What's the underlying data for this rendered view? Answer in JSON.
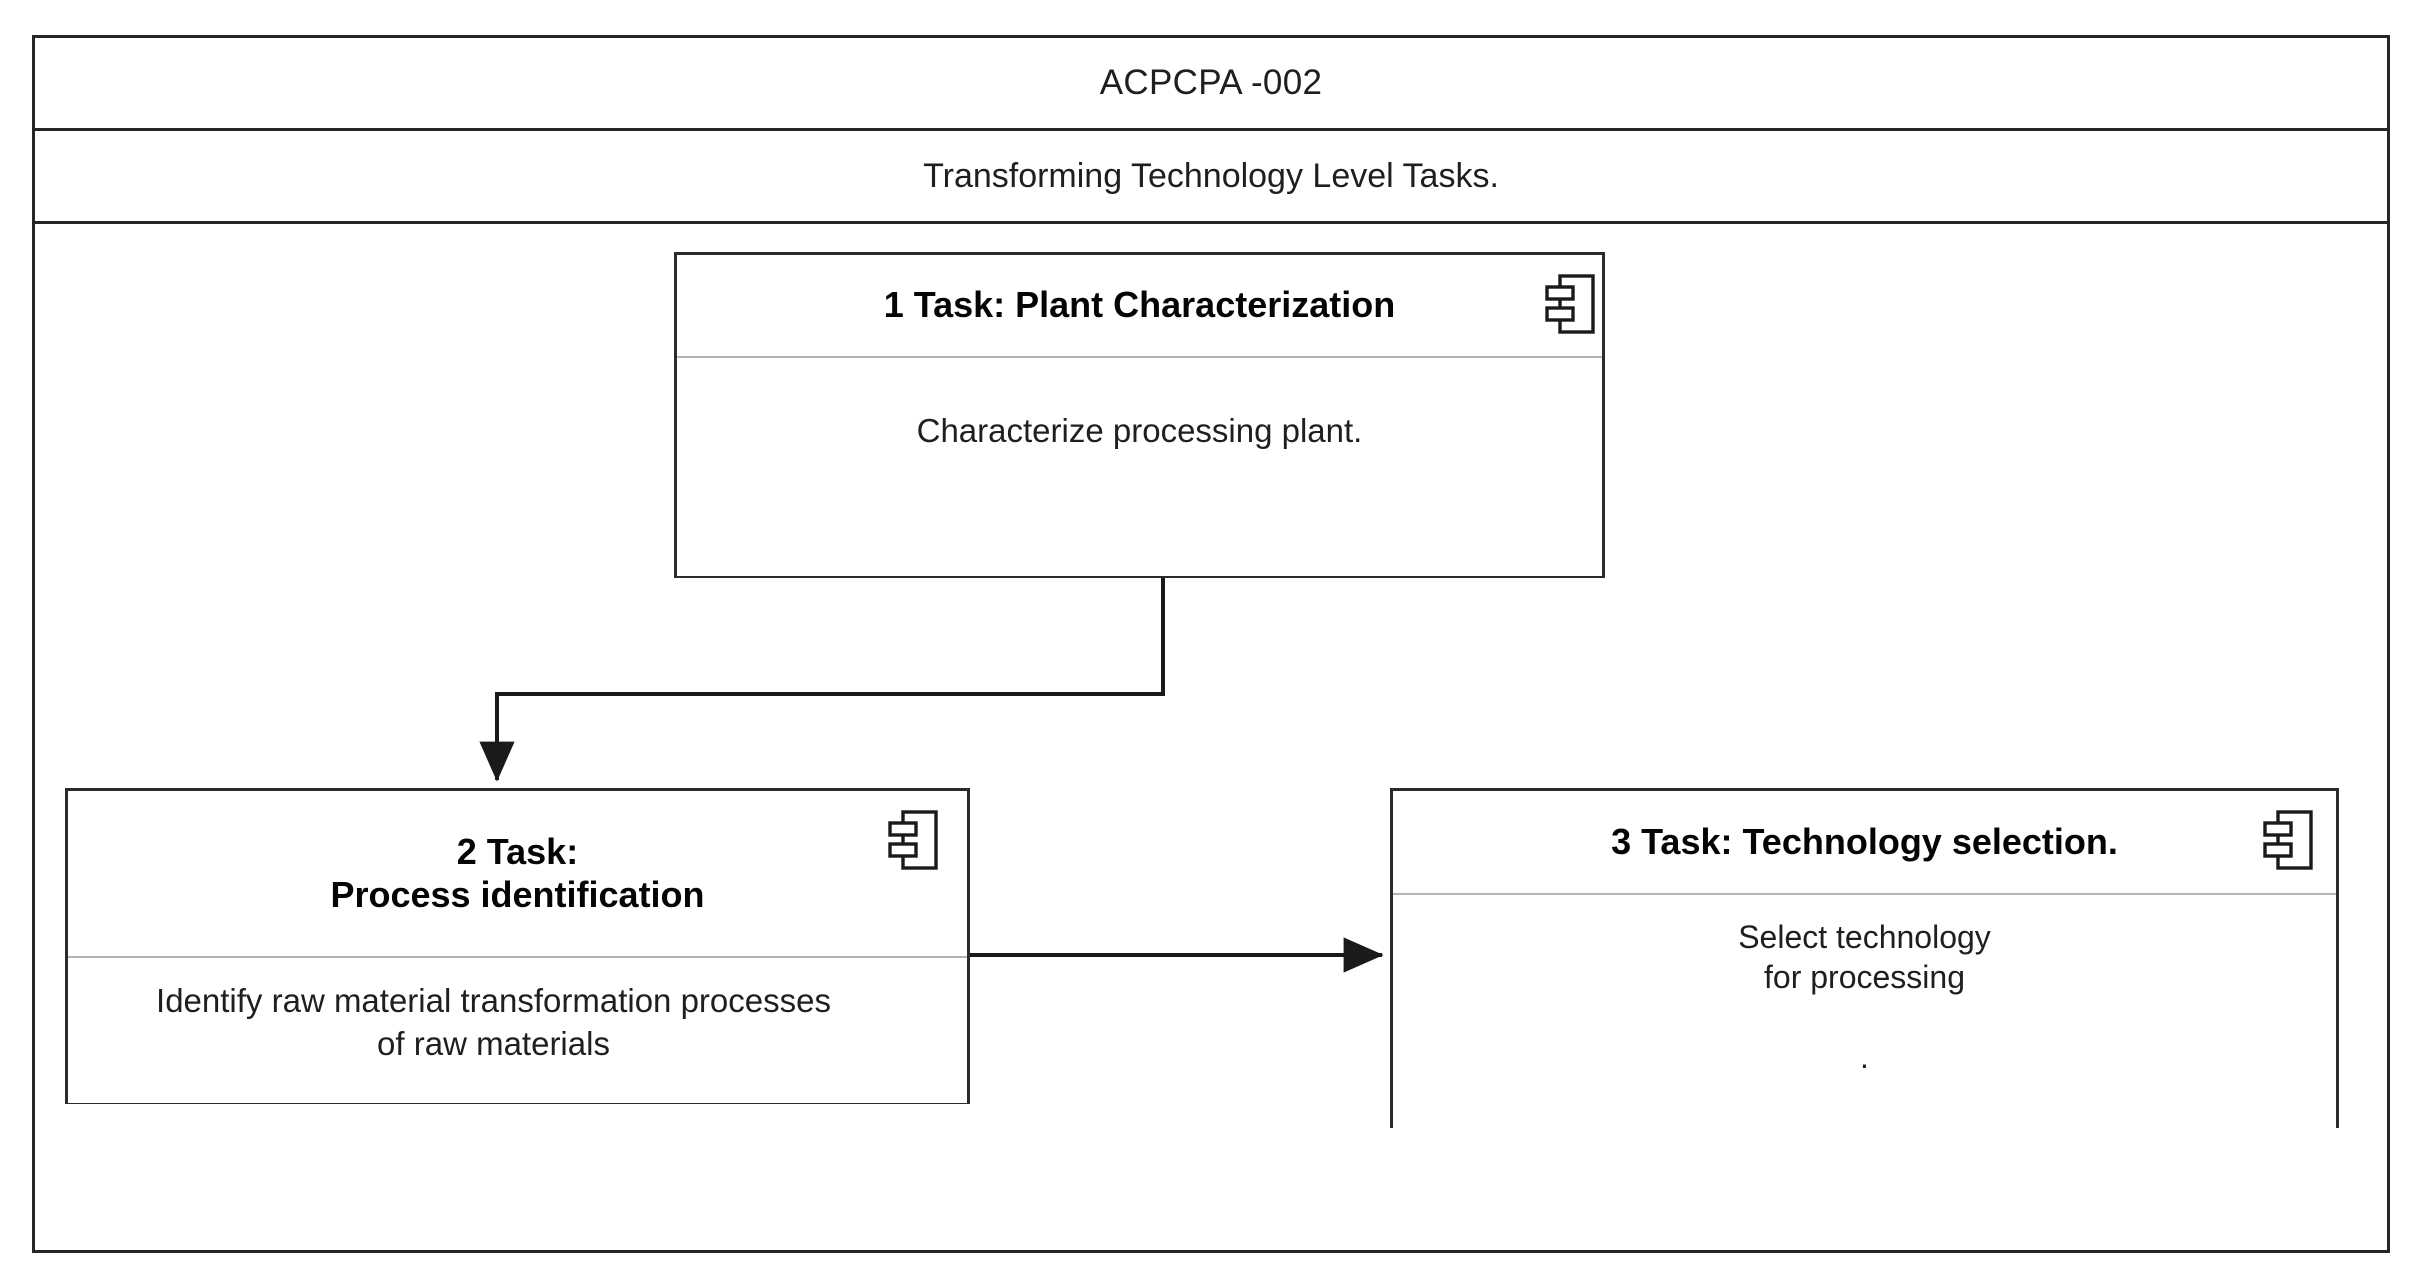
{
  "frame": {
    "title": "ACPCPA -002",
    "subtitle": "Transforming Technology Level Tasks."
  },
  "nodes": [
    {
      "id": "node-1",
      "number": "1",
      "header": "1 Task: Plant Characterization",
      "body": "Characterize processing plant.",
      "icon": "uml-component-icon"
    },
    {
      "id": "node-2",
      "number": "2",
      "header": "2 Task:\nProcess identification",
      "body": "Identify raw material transformation processes\nof raw materials",
      "icon": "uml-component-icon"
    },
    {
      "id": "node-3",
      "number": "3",
      "header": "3 Task: Technology selection.",
      "body": "Select technology\nfor processing\n\n.",
      "icon": "uml-component-icon"
    }
  ],
  "connectors": [
    {
      "id": "connector-1-to-2",
      "from": "node-1",
      "to": "node-2",
      "style": "orthogonal-arrow"
    },
    {
      "id": "connector-2-to-3",
      "from": "node-2",
      "to": "node-3",
      "style": "straight-arrow"
    }
  ],
  "colors": {
    "frame_border": "#262626",
    "node_border": "#2b2b2b",
    "divider": "#b4b4b4",
    "connector": "#1a1a1a",
    "background": "#ffffff",
    "text": "#1f1f1f"
  }
}
